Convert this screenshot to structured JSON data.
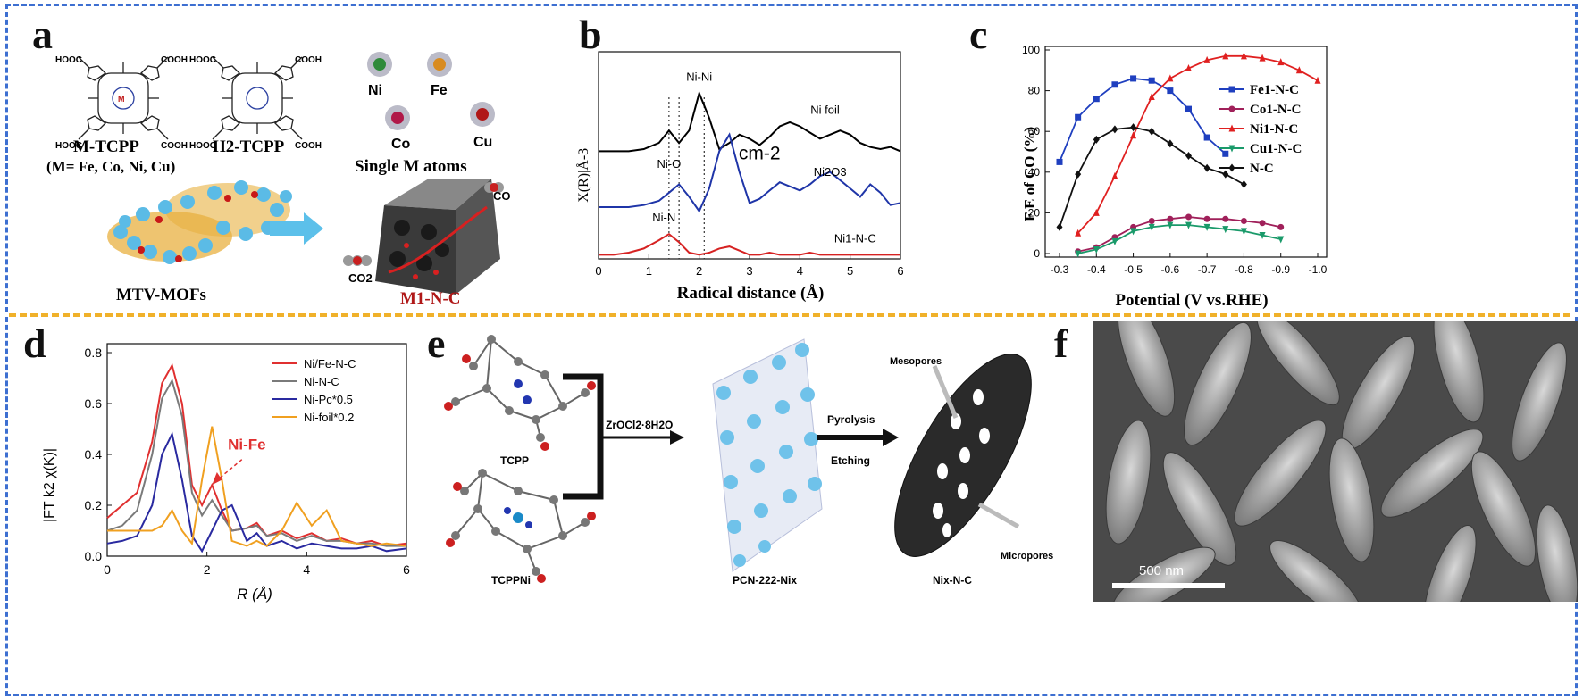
{
  "panels": {
    "a": "a",
    "b": "b",
    "c": "c",
    "d": "d",
    "e": "e",
    "f": "f"
  },
  "colors": {
    "frame": "#3d6fd1",
    "divider": "#f0b12a"
  },
  "panel_a": {
    "mol1_label": "M-TCPP",
    "mol1_note": "(M= Fe, Co, Ni, Cu)",
    "mol2_label": "H2-TCPP",
    "cooh": "COOH",
    "hooc": "HOOC",
    "metals": [
      "Ni",
      "Fe",
      "Co",
      "Cu"
    ],
    "single_atoms": "Single M atoms",
    "mof_label": "MTV-MOFs",
    "product_label": "M1-N-C",
    "co": "CO",
    "co2": "CO2"
  },
  "panel_e": {
    "tcpp": "TCPP",
    "tcppni": "TCPPNi",
    "reagent": "ZrOCl2·8H2O",
    "framework": "PCN-222-Nix",
    "step1": "Pyrolysis",
    "step2": "Etching",
    "mesopores": "Mesopores",
    "micropores": "Micropores",
    "product": "Nix-N-C"
  },
  "panel_f": {
    "scale_bar": "500 nm"
  },
  "chart_data": [
    {
      "id": "b",
      "type": "line",
      "xlabel": "Radical distance (Å)",
      "ylabel": "|X(R)|Å-3",
      "xlim": [
        0,
        6
      ],
      "xticks": [
        "0",
        "1",
        "2",
        "3",
        "4",
        "5",
        "6"
      ],
      "annotations": [
        "Ni-Ni",
        "Ni-O",
        "Ni-N",
        "cm-2"
      ],
      "series": [
        {
          "name": "Ni foil",
          "color": "#000000",
          "x": [
            0,
            0.3,
            0.6,
            0.9,
            1.2,
            1.4,
            1.6,
            1.8,
            2.0,
            2.2,
            2.4,
            2.6,
            2.8,
            3.0,
            3.2,
            3.4,
            3.6,
            3.8,
            4.0,
            4.2,
            4.4,
            4.6,
            4.8,
            5.0,
            5.2,
            5.4,
            5.6,
            5.8,
            6.0
          ],
          "y": [
            0.52,
            0.52,
            0.52,
            0.53,
            0.56,
            0.62,
            0.56,
            0.62,
            0.8,
            0.68,
            0.53,
            0.56,
            0.6,
            0.58,
            0.55,
            0.59,
            0.64,
            0.66,
            0.64,
            0.61,
            0.58,
            0.6,
            0.62,
            0.6,
            0.56,
            0.54,
            0.53,
            0.54,
            0.52
          ]
        },
        {
          "name": "Ni2O3",
          "color": "#1f35a8",
          "x": [
            0,
            0.3,
            0.6,
            0.9,
            1.2,
            1.4,
            1.6,
            1.8,
            2.0,
            2.2,
            2.4,
            2.6,
            2.8,
            3.0,
            3.2,
            3.4,
            3.6,
            3.8,
            4.0,
            4.2,
            4.4,
            4.6,
            4.8,
            5.0,
            5.2,
            5.4,
            5.6,
            5.8,
            6.0
          ],
          "y": [
            0.25,
            0.25,
            0.25,
            0.26,
            0.28,
            0.32,
            0.36,
            0.3,
            0.23,
            0.34,
            0.52,
            0.6,
            0.42,
            0.27,
            0.29,
            0.33,
            0.37,
            0.35,
            0.33,
            0.36,
            0.4,
            0.42,
            0.38,
            0.34,
            0.3,
            0.36,
            0.32,
            0.26,
            0.27
          ]
        },
        {
          "name": "Ni1-N-C",
          "color": "#d62222",
          "x": [
            0,
            0.3,
            0.6,
            0.9,
            1.2,
            1.4,
            1.6,
            1.8,
            2.0,
            2.2,
            2.4,
            2.6,
            2.8,
            3.0,
            3.2,
            3.4,
            3.6,
            3.8,
            4.0,
            4.2,
            4.4,
            4.6,
            4.8,
            5.0,
            5.2,
            5.4,
            5.6,
            5.8,
            6.0
          ],
          "y": [
            0.02,
            0.02,
            0.03,
            0.05,
            0.09,
            0.12,
            0.08,
            0.03,
            0.02,
            0.03,
            0.05,
            0.06,
            0.04,
            0.02,
            0.02,
            0.03,
            0.02,
            0.02,
            0.02,
            0.03,
            0.02,
            0.02,
            0.02,
            0.02,
            0.02,
            0.02,
            0.02,
            0.02,
            0.02
          ]
        }
      ]
    },
    {
      "id": "c",
      "type": "line",
      "xlabel": "Potential (V vs.RHE)",
      "ylabel": "F E of CO (%)",
      "xlim": [
        -0.3,
        -1.0
      ],
      "ylim": [
        0,
        100
      ],
      "xticks": [
        "-0.3",
        "-0.4",
        "-0.5",
        "-0.6",
        "-0.7",
        "-0.8",
        "-0.9",
        "-1.0"
      ],
      "yticks": [
        "0",
        "20",
        "40",
        "60",
        "80",
        "100"
      ],
      "legend": "right",
      "series": [
        {
          "name": "Fe1-N-C",
          "color": "#1f3fbf",
          "marker": "square",
          "x": [
            -0.3,
            -0.35,
            -0.4,
            -0.45,
            -0.5,
            -0.55,
            -0.6,
            -0.65,
            -0.7,
            -0.75
          ],
          "y": [
            45,
            67,
            76,
            83,
            86,
            85,
            80,
            71,
            57,
            49
          ]
        },
        {
          "name": "Co1-N-C",
          "color": "#a0205a",
          "marker": "circle",
          "x": [
            -0.35,
            -0.4,
            -0.45,
            -0.5,
            -0.55,
            -0.6,
            -0.65,
            -0.7,
            -0.75,
            -0.8,
            -0.85,
            -0.9
          ],
          "y": [
            1,
            3,
            8,
            13,
            16,
            17,
            18,
            17,
            17,
            16,
            15,
            13
          ]
        },
        {
          "name": "Ni1-N-C",
          "color": "#e02020",
          "marker": "triangle",
          "x": [
            -0.35,
            -0.4,
            -0.45,
            -0.5,
            -0.55,
            -0.6,
            -0.65,
            -0.7,
            -0.75,
            -0.8,
            -0.85,
            -0.9,
            -0.95,
            -1.0
          ],
          "y": [
            10,
            20,
            38,
            58,
            77,
            86,
            91,
            95,
            97,
            97,
            96,
            94,
            90,
            85
          ]
        },
        {
          "name": "Cu1-N-C",
          "color": "#1a9a6a",
          "marker": "triangle-down",
          "x": [
            -0.35,
            -0.4,
            -0.45,
            -0.5,
            -0.55,
            -0.6,
            -0.65,
            -0.7,
            -0.75,
            -0.8,
            -0.85,
            -0.9
          ],
          "y": [
            0,
            2,
            6,
            11,
            13,
            14,
            14,
            13,
            12,
            11,
            9,
            7
          ]
        },
        {
          "name": "N-C",
          "color": "#111111",
          "marker": "diamond",
          "x": [
            -0.3,
            -0.35,
            -0.4,
            -0.45,
            -0.5,
            -0.55,
            -0.6,
            -0.65,
            -0.7,
            -0.75,
            -0.8
          ],
          "y": [
            13,
            39,
            56,
            61,
            62,
            60,
            54,
            48,
            42,
            39,
            34
          ]
        }
      ]
    },
    {
      "id": "d",
      "type": "line",
      "xlabel": "R (Å)",
      "ylabel": "|FT k2 χ(K)|",
      "xlim": [
        0,
        6
      ],
      "ylim": [
        0,
        0.8
      ],
      "xticks": [
        "0",
        "2",
        "4",
        "6"
      ],
      "yticks": [
        "0.0",
        "0.2",
        "0.4",
        "0.6",
        "0.8"
      ],
      "legend": "top-right",
      "annotations": [
        "Ni-Fe"
      ],
      "series": [
        {
          "name": "Ni/Fe-N-C",
          "color": "#e03030",
          "x": [
            0,
            0.3,
            0.6,
            0.9,
            1.1,
            1.3,
            1.5,
            1.7,
            1.9,
            2.1,
            2.3,
            2.5,
            2.8,
            3.0,
            3.2,
            3.5,
            3.8,
            4.1,
            4.4,
            4.7,
            5.0,
            5.3,
            5.6,
            6.0
          ],
          "y": [
            0.15,
            0.2,
            0.25,
            0.45,
            0.68,
            0.75,
            0.6,
            0.28,
            0.2,
            0.28,
            0.18,
            0.1,
            0.11,
            0.13,
            0.08,
            0.1,
            0.07,
            0.09,
            0.06,
            0.07,
            0.05,
            0.06,
            0.04,
            0.05
          ]
        },
        {
          "name": "Ni-N-C",
          "color": "#7a7a7a",
          "x": [
            0,
            0.3,
            0.6,
            0.9,
            1.1,
            1.3,
            1.5,
            1.7,
            1.9,
            2.1,
            2.3,
            2.5,
            2.8,
            3.0,
            3.2,
            3.5,
            3.8,
            4.1,
            4.4,
            4.7,
            5.0,
            5.3,
            5.6,
            6.0
          ],
          "y": [
            0.1,
            0.12,
            0.18,
            0.4,
            0.62,
            0.69,
            0.55,
            0.25,
            0.16,
            0.22,
            0.16,
            0.1,
            0.11,
            0.12,
            0.08,
            0.09,
            0.06,
            0.08,
            0.06,
            0.06,
            0.05,
            0.05,
            0.04,
            0.04
          ]
        },
        {
          "name": "Ni-Pc*0.5",
          "color": "#2a2aa0",
          "x": [
            0,
            0.3,
            0.6,
            0.9,
            1.1,
            1.3,
            1.5,
            1.7,
            1.9,
            2.1,
            2.3,
            2.5,
            2.8,
            3.0,
            3.2,
            3.5,
            3.8,
            4.1,
            4.4,
            4.7,
            5.0,
            5.3,
            5.6,
            6.0
          ],
          "y": [
            0.05,
            0.06,
            0.08,
            0.2,
            0.4,
            0.48,
            0.3,
            0.08,
            0.02,
            0.1,
            0.18,
            0.2,
            0.06,
            0.09,
            0.04,
            0.06,
            0.03,
            0.05,
            0.04,
            0.03,
            0.03,
            0.04,
            0.02,
            0.03
          ]
        },
        {
          "name": "Ni-foil*0.2",
          "color": "#f0a020",
          "x": [
            0,
            0.3,
            0.6,
            0.9,
            1.1,
            1.3,
            1.5,
            1.7,
            1.9,
            2.1,
            2.3,
            2.5,
            2.8,
            3.0,
            3.2,
            3.5,
            3.8,
            4.1,
            4.4,
            4.7,
            5.0,
            5.3,
            5.6,
            6.0
          ],
          "y": [
            0.1,
            0.1,
            0.1,
            0.1,
            0.12,
            0.18,
            0.1,
            0.05,
            0.3,
            0.51,
            0.3,
            0.06,
            0.04,
            0.06,
            0.04,
            0.1,
            0.21,
            0.12,
            0.18,
            0.06,
            0.05,
            0.04,
            0.05,
            0.04
          ]
        }
      ]
    }
  ]
}
